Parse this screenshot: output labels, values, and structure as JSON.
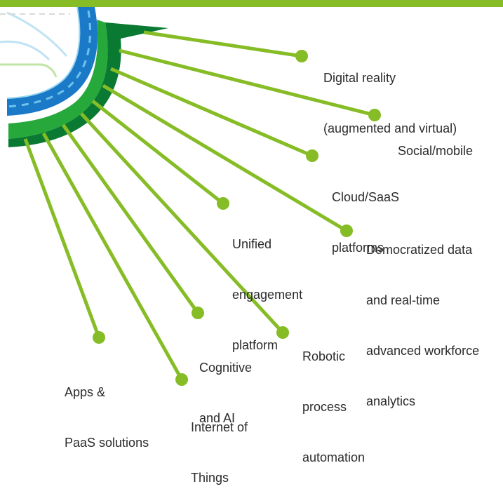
{
  "colors": {
    "accent_green": "#86bc25",
    "arc_dark_green": "#0a7a33",
    "arc_mid_green": "#26a93a",
    "road_blue": "#1b7ac8",
    "road_light_blue": "#6fc2ea",
    "map_line_blue": "#bfe3f3",
    "map_line_green": "#bfe6a6",
    "text": "#2b2b2b"
  },
  "labels": [
    {
      "id": "digital-reality",
      "lines": [
        "Digital reality",
        "(augmented and virtual)"
      ]
    },
    {
      "id": "social-mobile",
      "lines": [
        "Social/mobile"
      ]
    },
    {
      "id": "cloud-saas",
      "lines": [
        "Cloud/SaaS",
        "platforms"
      ]
    },
    {
      "id": "unified-engagement",
      "lines": [
        "Unified",
        "engagement",
        "platform"
      ]
    },
    {
      "id": "democratized-data",
      "lines": [
        "Democratized data",
        "and real-time",
        "advanced workforce",
        "analytics"
      ]
    },
    {
      "id": "cognitive-ai",
      "lines": [
        "Cognitive",
        "and AI"
      ]
    },
    {
      "id": "robotic-process",
      "lines": [
        "Robotic",
        "process",
        "automation"
      ]
    },
    {
      "id": "apps-paas",
      "lines": [
        "Apps &",
        "PaaS solutions"
      ]
    },
    {
      "id": "internet-of-things",
      "lines": [
        "Internet of",
        "Things"
      ]
    }
  ]
}
